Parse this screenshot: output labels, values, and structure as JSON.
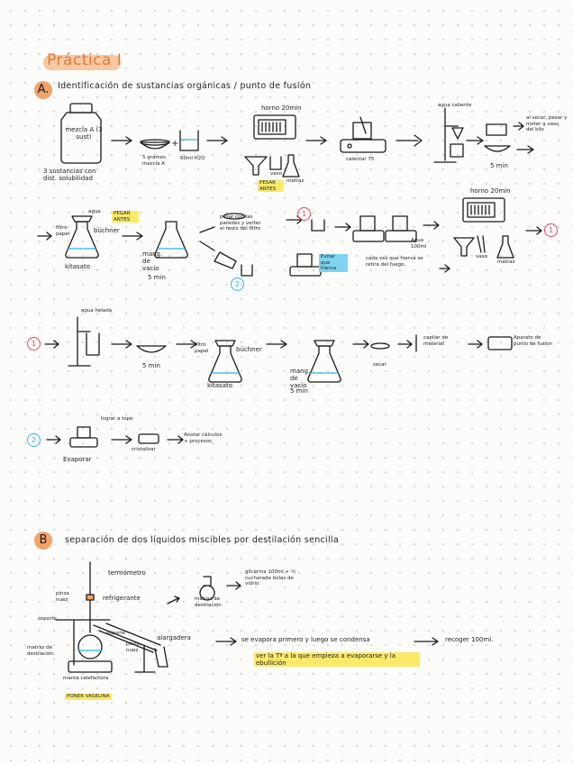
{
  "title": "Práctica I",
  "sectionA": {
    "letter": "A.",
    "heading": "Identificación de sustancias orgánicas / punto de fusión",
    "row1": {
      "bottle_label": "mezcla A (3 sust)",
      "bottle_caption": "3 sustancias con dist. solubilidad",
      "dish_caption": "5 gramos mezcla A",
      "beaker_caption": "60ml H2O",
      "oven_label": "horno 20min",
      "glass_label": "vaso",
      "flask_label": "matraz",
      "pesar_antes": "PESAR ANTES",
      "hotplate_caption": "calentar 75",
      "cold_water": "agua caliente",
      "filter_caption": "5 min",
      "note_right": "al secar, pesar y meter a vaso del kilo"
    },
    "row2": {
      "kitasato": "kitasato",
      "pegar_antes": "PEGAR ANTES",
      "buchner": "büchner",
      "filter_paper": "filtro papel",
      "water": "agua",
      "vacuum_hose": "mang. de vacío",
      "five_min": "5 min",
      "pour_note": "pesar con las paredes y verter el resto del filtro",
      "evitar": "Evitar que hierva",
      "note2": "cada vez que hierva se retira del fuego.",
      "agua_label": "Agua 100ml",
      "oven_label": "horno 20min",
      "flask_label": "matraz",
      "glass_label": "vaso"
    },
    "row3": {
      "cold_water": "agua helada",
      "five_min": "5 min",
      "kitasato": "kitasato",
      "buchner": "büchner",
      "filter": "filtro papel",
      "vacuum": "mang. de vacío",
      "five_min_b": "5 min",
      "dry": "secar",
      "note_capillary": "capilar de material",
      "apparatus": "Aparato de punto de fusión"
    },
    "row4": {
      "note": "lograr a tope",
      "evaporate": "Evaporar",
      "crystallize": "cristalizar",
      "end_note": "Anotar cálculos + procesos"
    },
    "markers": {
      "one": "1",
      "two": "2"
    }
  },
  "sectionB": {
    "letter": "B",
    "heading": "separación de dos líquidos miscibles por destilación sencilla",
    "labels": {
      "thermometer": "termómetro",
      "stopper": "pinza nuez",
      "condenser": "refrigerante",
      "support": "soporte",
      "support2": "soporte",
      "adapter": "alargadera",
      "flask": "matraz de destilación",
      "clamp": "pinza nuez",
      "mantle": "manta calefactora",
      "flask_small": "matraz de destilación"
    },
    "ingredients": "glicerina 100ml + ½ cucharada bolas de vidrio",
    "process": "se evapora primero y luego se condensa",
    "collect": "recoger 100ml.",
    "note": "ver la Tª a la que empieza a evaporarse y la ebullición",
    "vaseline": "PONER VASELINA"
  },
  "colors": {
    "accent": "#f2a368",
    "yellow": "#fbe96a",
    "blue": "#7fd3f0",
    "red": "#e94560",
    "cyan": "#28b7e6"
  }
}
